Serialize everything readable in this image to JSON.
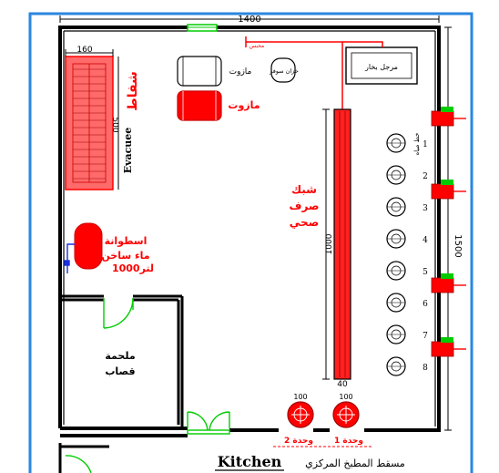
{
  "colors": {
    "frame": "#2a86e0",
    "wall": "#000000",
    "red": "#ff0000",
    "green": "#00cc00",
    "blue": "#1a2fe0"
  },
  "dimensions": {
    "overall_width": "1400",
    "overall_depth": "1500",
    "hood_depth": "160",
    "hood_length": "500",
    "sink_length": "1000",
    "sink_width": "40",
    "burner_1_size": "100",
    "burner_2_size": "100"
  },
  "labels": {
    "hood_name": "Evacuee",
    "hood_arabic": "شفاط",
    "equipment_top_1": "مازوت",
    "equipment_top_2": "خزان سوفر",
    "equipment_top_box": "مرجل بخار",
    "diesel_red": "مازوت",
    "tank_line1": "اسطوانة",
    "tank_line2": "ماء ساخن",
    "tank_line3": "1000لتر",
    "sink_line1": "شبك",
    "sink_line2": "صرف",
    "sink_line3": "صحي",
    "butcher_line1": "ملحمة",
    "butcher_line2": "قصاب",
    "unit_1": "وحدة 1",
    "unit_2": "وحدة 2",
    "tap_label": "خط مياه",
    "top_red_label": "محبس"
  },
  "stations": [
    "1",
    "2",
    "3",
    "4",
    "5",
    "6",
    "7",
    "8"
  ],
  "footer": {
    "title_en": "Kitchen",
    "title_ar": "مسقط المطبخ المركزي"
  }
}
